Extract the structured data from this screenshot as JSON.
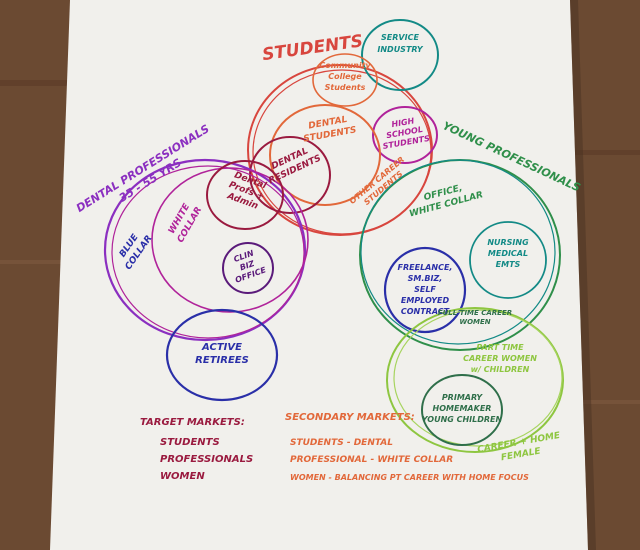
{
  "colors": {
    "table": "#6b4a32",
    "paper": "#f1f0ec",
    "red": "#d8463e",
    "orange": "#e2683a",
    "purple": "#8b2fc0",
    "magenta": "#b0239a",
    "maroon": "#9a1a3f",
    "navy": "#2a2fa8",
    "teal": "#138a86",
    "green": "#2f8f4a",
    "lime": "#8ec640",
    "dark_green": "#2f6f4a"
  },
  "labels": {
    "students": "STUDENTS",
    "service_industry": "SERVICE INDUSTRY",
    "community_college": "Community College Students",
    "high_school": "HIGH SCHOOL STUDENTS",
    "dental_students": "DENTAL STUDENTS",
    "dental_residents": "DENTAL RESIDENTS",
    "other_career_students": "OTHER CAREER STUDENTS",
    "dental_profs": "Dental Profs + Admin",
    "clin_biz_office": "CLIN BIZ OFFICE",
    "dental_professionals": "DENTAL PROFESSIONALS 35 - 55 YRS",
    "white_collar": "WHITE COLLAR",
    "blue_collar": "BLUE COLLAR",
    "active_retirees": "ACTIVE RETIREES",
    "young_professionals": "YOUNG PROFESSIONALS",
    "office_white_collar": "OFFICE, WHITE COLLAR",
    "freelance": "FREELANCE, SM.BIZ, SELF EMPLOYED CONTRACT",
    "nursing": "NURSING MEDICAL EMTS",
    "full_time_care": "FULL TIME CAREER WOMEN",
    "part_time": "PART TIME CAREER WOMEN w/ CHILDREN",
    "primary_homemaker": "PRIMARY HOMEMAKER YOUNG CHILDREN",
    "career_home": "CAREER + HOME FEMALE"
  },
  "notes": {
    "target_title": "TARGET MARKETS:",
    "target_items": [
      "STUDENTS",
      "PROFESSIONALS",
      "WOMEN"
    ],
    "secondary_title": "SECONDARY MARKETS:",
    "secondary_items": [
      "STUDENTS - DENTAL",
      "PROFESSIONAL - WHITE COLLAR",
      "WOMEN - BALANCING PT CAREER WITH HOME FOCUS"
    ]
  }
}
